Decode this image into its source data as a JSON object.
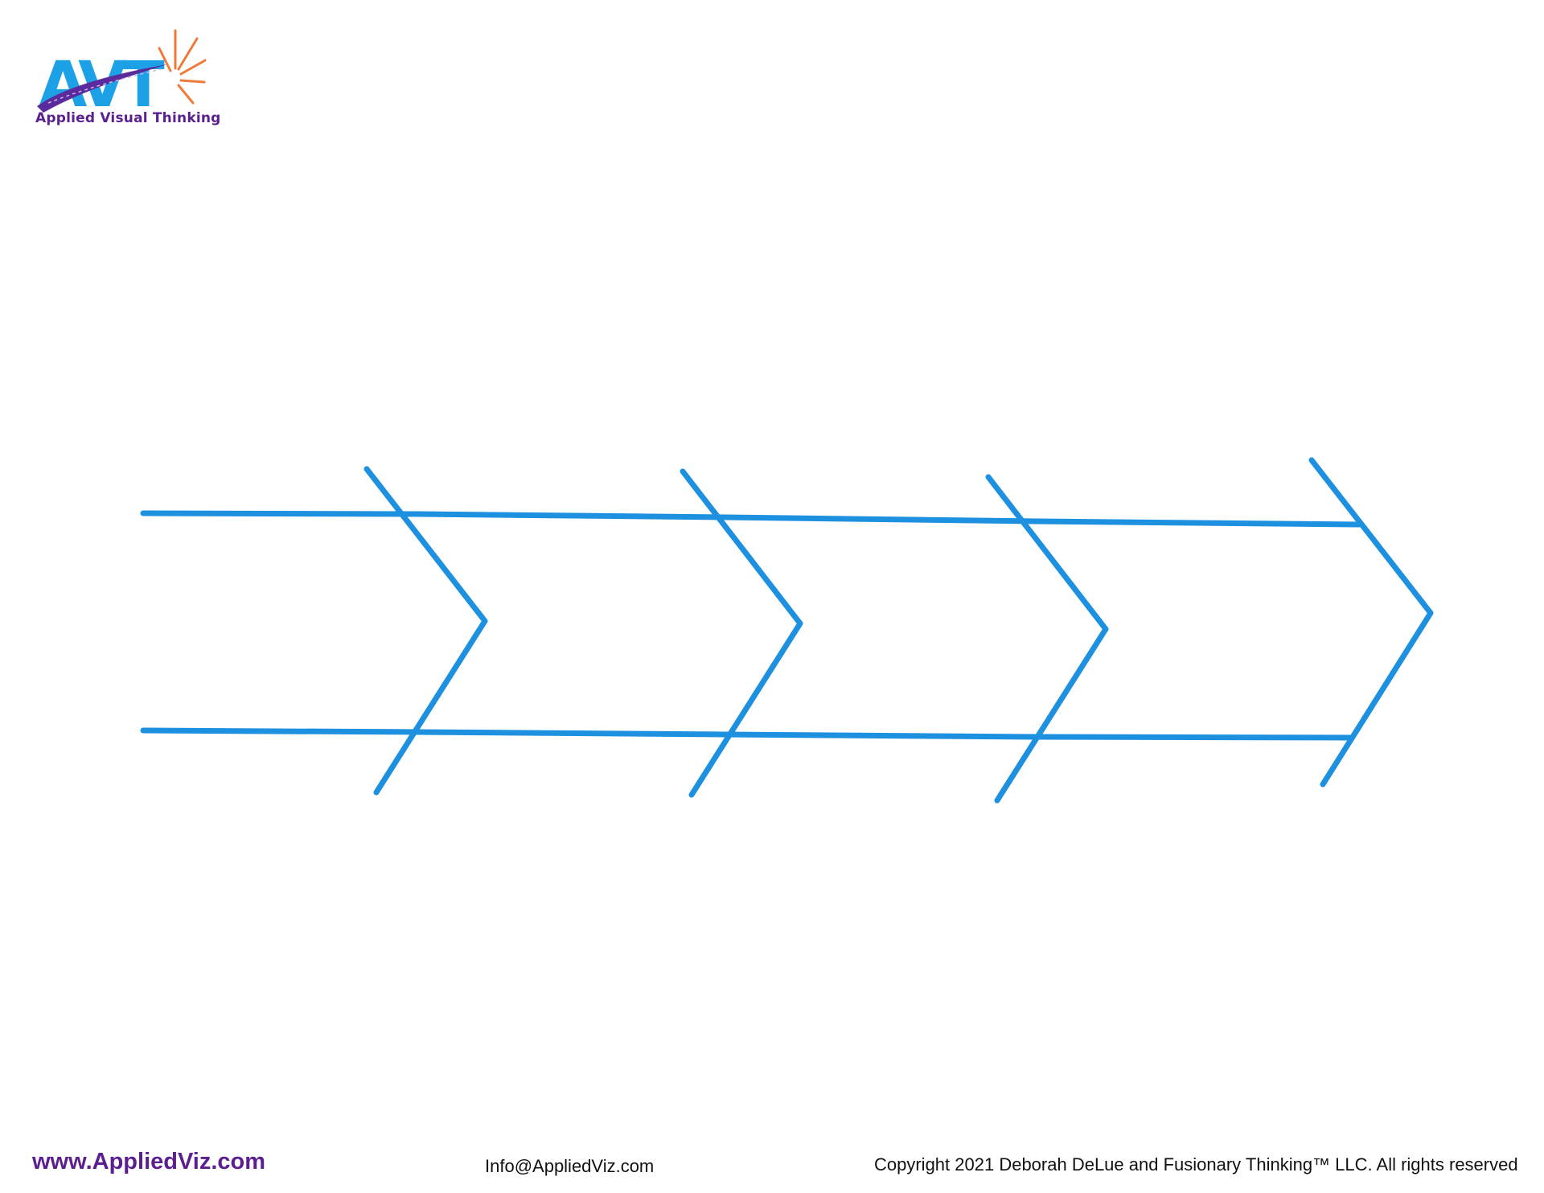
{
  "logo": {
    "mark_letters": "AVT",
    "name": "Applied Visual Thinking",
    "colors": {
      "letters": "#1ca0e6",
      "swoosh": "#5b2a9c",
      "spark": "#f07a3a"
    }
  },
  "diagram": {
    "type": "chevron-process-arrow",
    "chevron_count": 4,
    "stroke_color": "#1e90e0",
    "icon": "hand-drawn-arrow"
  },
  "footer": {
    "website": "www.AppliedViz.com",
    "email": "Info@AppliedViz.com",
    "copyright": "Copyright 2021 Deborah DeLue and Fusionary Thinking™ LLC. All rights reserved"
  }
}
